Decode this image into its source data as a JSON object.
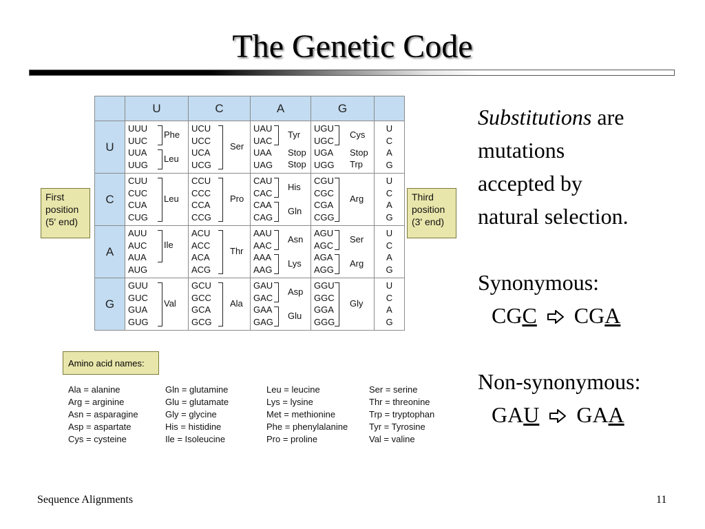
{
  "title": "The Genetic Code",
  "table": {
    "columns": [
      "U",
      "C",
      "A",
      "G"
    ],
    "rows": [
      {
        "first": "U",
        "cells": [
          {
            "codons": [
              "UUU",
              "UUC",
              "UUA",
              "UUG"
            ],
            "groups": [
              {
                "aa": "Phe",
                "span": [
                  0,
                  1
                ]
              },
              {
                "aa": "Leu",
                "span": [
                  2,
                  3
                ]
              }
            ]
          },
          {
            "codons": [
              "UCU",
              "UCC",
              "UCA",
              "UCG"
            ],
            "groups": [
              {
                "aa": "Ser",
                "span": [
                  0,
                  3
                ]
              }
            ]
          },
          {
            "codons": [
              "UAU",
              "UAC",
              "UAA",
              "UAG"
            ],
            "groups": [
              {
                "aa": "Tyr",
                "span": [
                  0,
                  1
                ]
              },
              {
                "aa": "Stop",
                "span": [
                  2,
                  2
                ],
                "nobracket": true
              },
              {
                "aa": "Stop",
                "span": [
                  3,
                  3
                ],
                "nobracket": true
              }
            ]
          },
          {
            "codons": [
              "UGU",
              "UGC",
              "UGA",
              "UGG"
            ],
            "groups": [
              {
                "aa": "Cys",
                "span": [
                  0,
                  1
                ]
              },
              {
                "aa": "Stop",
                "span": [
                  2,
                  2
                ],
                "nobracket": true
              },
              {
                "aa": "Trp",
                "span": [
                  3,
                  3
                ],
                "nobracket": true
              }
            ]
          }
        ]
      },
      {
        "first": "C",
        "cells": [
          {
            "codons": [
              "CUU",
              "CUC",
              "CUA",
              "CUG"
            ],
            "groups": [
              {
                "aa": "Leu",
                "span": [
                  0,
                  3
                ]
              }
            ]
          },
          {
            "codons": [
              "CCU",
              "CCC",
              "CCA",
              "CCG"
            ],
            "groups": [
              {
                "aa": "Pro",
                "span": [
                  0,
                  3
                ]
              }
            ]
          },
          {
            "codons": [
              "CAU",
              "CAC",
              "CAA",
              "CAG"
            ],
            "groups": [
              {
                "aa": "His",
                "span": [
                  0,
                  1
                ]
              },
              {
                "aa": "Gln",
                "span": [
                  2,
                  3
                ]
              }
            ]
          },
          {
            "codons": [
              "CGU",
              "CGC",
              "CGA",
              "CGG"
            ],
            "groups": [
              {
                "aa": "Arg",
                "span": [
                  0,
                  3
                ]
              }
            ]
          }
        ]
      },
      {
        "first": "A",
        "cells": [
          {
            "codons": [
              "AUU",
              "AUC",
              "AUA",
              "AUG"
            ],
            "groups": [
              {
                "aa": "Ile",
                "span": [
                  0,
                  2
                ]
              }
            ]
          },
          {
            "codons": [
              "ACU",
              "ACC",
              "ACA",
              "ACG"
            ],
            "groups": [
              {
                "aa": "Thr",
                "span": [
                  0,
                  3
                ]
              }
            ]
          },
          {
            "codons": [
              "AAU",
              "AAC",
              "AAA",
              "AAG"
            ],
            "groups": [
              {
                "aa": "Asn",
                "span": [
                  0,
                  1
                ]
              },
              {
                "aa": "Lys",
                "span": [
                  2,
                  3
                ]
              }
            ]
          },
          {
            "codons": [
              "AGU",
              "AGC",
              "AGA",
              "AGG"
            ],
            "groups": [
              {
                "aa": "Ser",
                "span": [
                  0,
                  1
                ]
              },
              {
                "aa": "Arg",
                "span": [
                  2,
                  3
                ]
              }
            ]
          }
        ]
      },
      {
        "first": "G",
        "cells": [
          {
            "codons": [
              "GUU",
              "GUC",
              "GUA",
              "GUG"
            ],
            "groups": [
              {
                "aa": "Val",
                "span": [
                  0,
                  3
                ]
              }
            ]
          },
          {
            "codons": [
              "GCU",
              "GCC",
              "GCA",
              "GCG"
            ],
            "groups": [
              {
                "aa": "Ala",
                "span": [
                  0,
                  3
                ]
              }
            ]
          },
          {
            "codons": [
              "GAU",
              "GAC",
              "GAA",
              "GAG"
            ],
            "groups": [
              {
                "aa": "Asp",
                "span": [
                  0,
                  1
                ]
              },
              {
                "aa": "Glu",
                "span": [
                  2,
                  3
                ]
              }
            ]
          },
          {
            "codons": [
              "GGU",
              "GGC",
              "GGA",
              "GGG"
            ],
            "groups": [
              {
                "aa": "Gly",
                "span": [
                  0,
                  3
                ]
              }
            ]
          }
        ]
      }
    ],
    "third_positions": [
      "U",
      "C",
      "A",
      "G"
    ],
    "first_position_label": [
      "First",
      "position",
      "(5' end)"
    ],
    "third_position_label": [
      "Third",
      "position",
      "(3' end)"
    ]
  },
  "legend": {
    "title": "Amino acid names:",
    "columns": [
      [
        "Ala = alanine",
        "Arg = arginine",
        "Asn = asparagine",
        "Asp = aspartate",
        "Cys = cysteine"
      ],
      [
        "Gln = glutamine",
        "Glu = glutamate",
        "Gly = glycine",
        "His = histidine",
        "Ile = Isoleucine"
      ],
      [
        "Leu = leucine",
        "Lys = lysine",
        "Met = methionine",
        "Phe = phenylalanine",
        "Pro = proline"
      ],
      [
        "Ser = serine",
        "Thr = threonine",
        "Trp = tryptophan",
        "Tyr = Tyrosine",
        "Val = valine"
      ]
    ]
  },
  "right": {
    "substitutions_word": "Substitutions",
    "substitutions_rest": "are",
    "lines": [
      "mutations",
      "accepted by",
      "natural selection."
    ],
    "synonymous_label": "Synonymous:",
    "syn_from": {
      "prefix": "CG",
      "changed": "C"
    },
    "syn_to": {
      "prefix": "CG",
      "changed": "A"
    },
    "nonsyn_label": "Non-synonymous:",
    "nonsyn_from": {
      "prefix": "GA",
      "changed": "U"
    },
    "nonsyn_to": {
      "prefix": "GA",
      "changed": "A"
    }
  },
  "footer": {
    "left": "Sequence Alignments",
    "page": "11"
  },
  "colors": {
    "header_blue": "#c3dcf1",
    "box_yellow": "#e9e6ab"
  }
}
